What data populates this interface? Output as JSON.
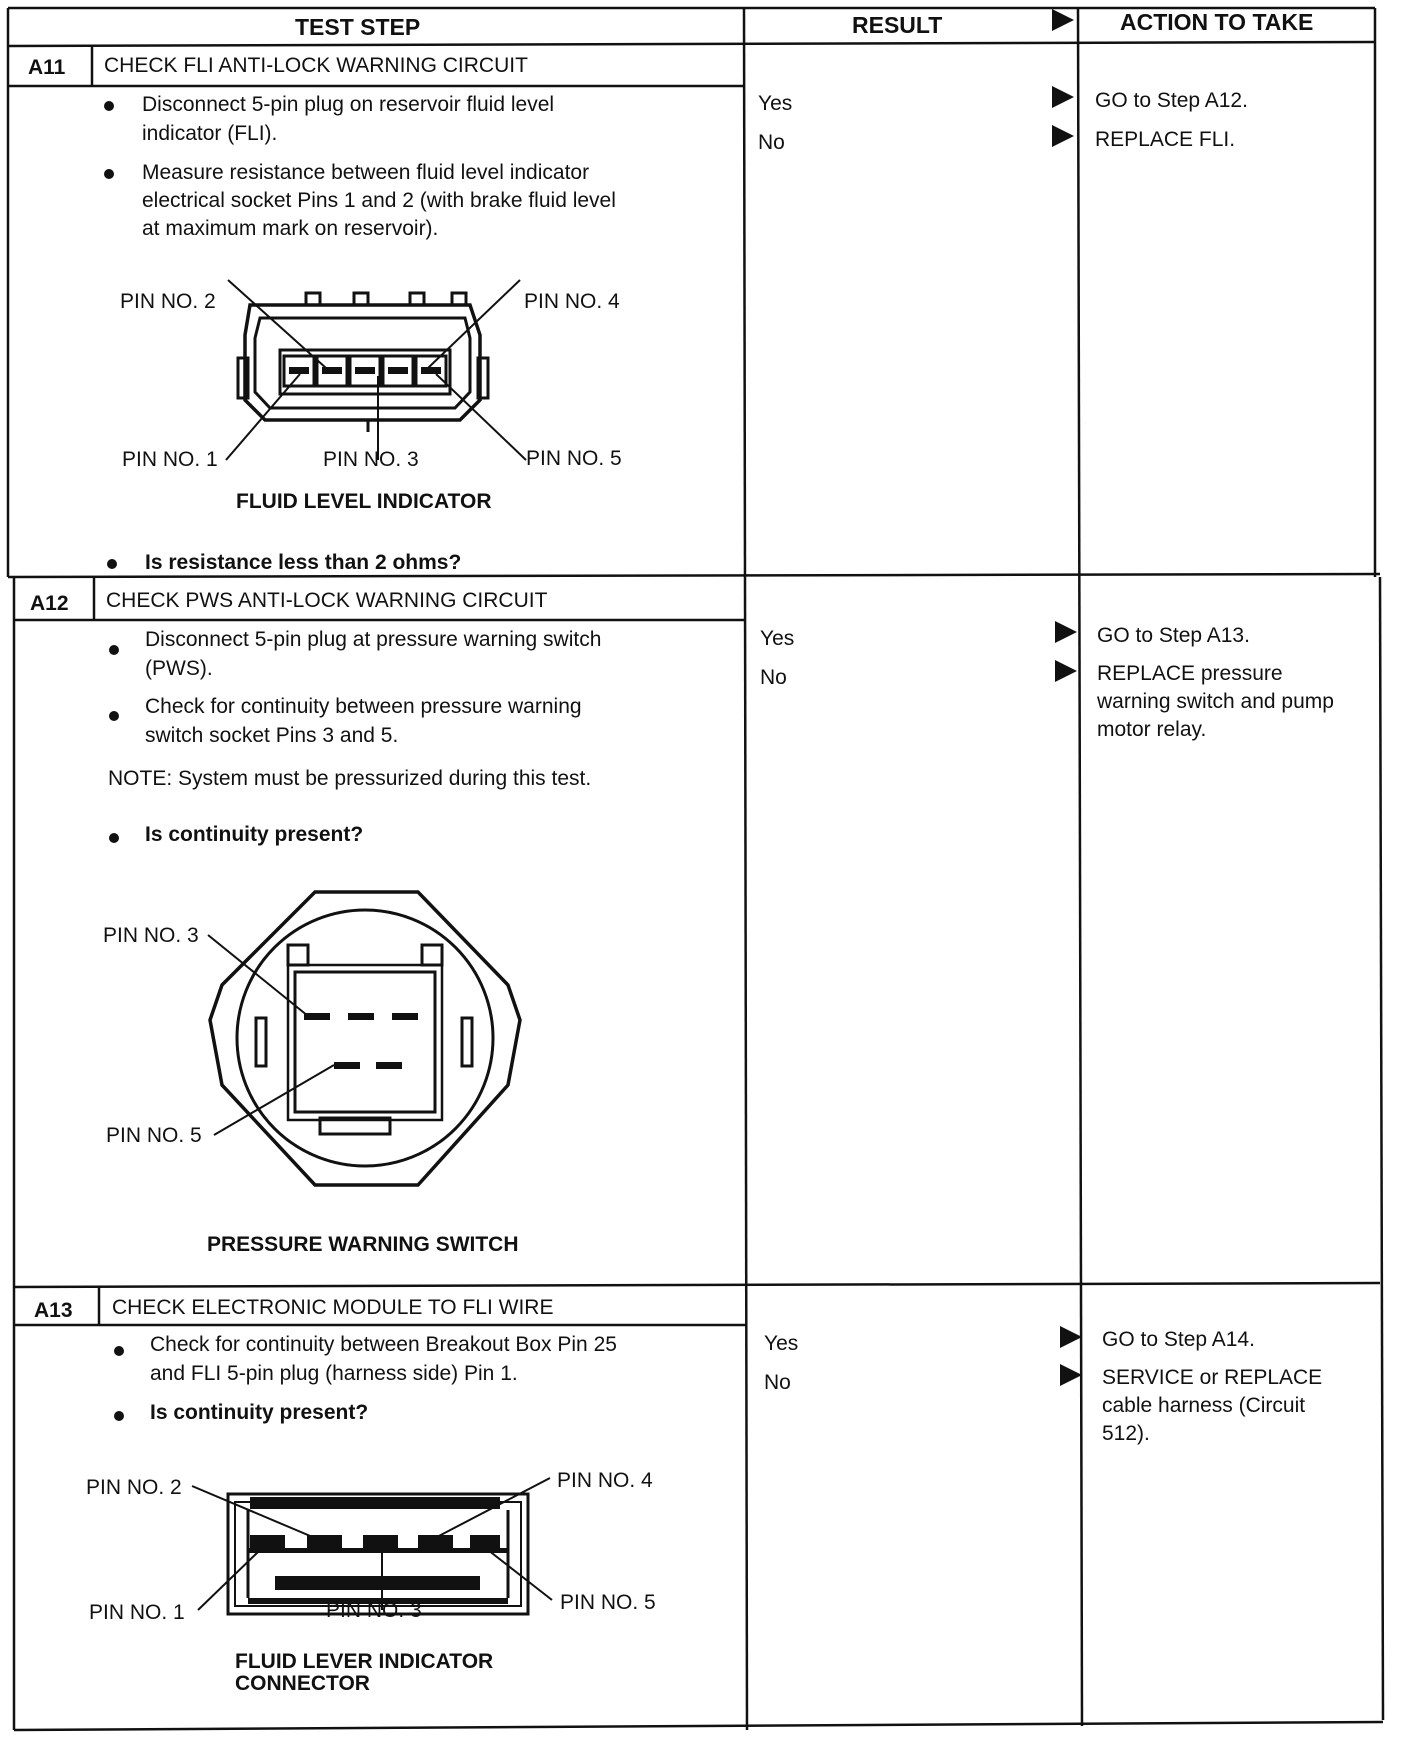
{
  "header": {
    "test_step": "TEST STEP",
    "result": "RESULT",
    "action": "ACTION TO TAKE"
  },
  "steps": [
    {
      "id": "A11",
      "title": "CHECK FLI ANTI-LOCK WARNING CIRCUIT",
      "bullets": [
        "Disconnect 5-pin plug on reservoir fluid level",
        "indicator (FLI).",
        "Measure resistance between fluid level indicator",
        "electrical socket Pins 1 and 2 (with brake fluid level",
        "at maximum mark on reservoir)."
      ],
      "question": "Is resistance less than 2 ohms?",
      "figure": {
        "pins": [
          "PIN NO. 2",
          "PIN NO. 4",
          "PIN NO. 1",
          "PIN NO. 3",
          "PIN NO. 5"
        ],
        "caption": "FLUID LEVEL INDICATOR"
      },
      "results": [
        "Yes",
        "No"
      ],
      "actions": [
        "GO to Step A12.",
        "REPLACE FLI."
      ]
    },
    {
      "id": "A12",
      "title": "CHECK PWS ANTI-LOCK WARNING CIRCUIT",
      "bullets": [
        "Disconnect 5-pin plug at pressure warning switch",
        "(PWS).",
        "Check for continuity between pressure warning",
        "switch socket Pins 3 and 5."
      ],
      "note": "NOTE: System must be pressurized during this test.",
      "question": "Is continuity present?",
      "figure": {
        "pins": [
          "PIN NO. 3",
          "PIN NO. 5"
        ],
        "caption": "PRESSURE WARNING SWITCH"
      },
      "results": [
        "Yes",
        "No"
      ],
      "actions": [
        "GO to Step A13.",
        "REPLACE pressure",
        "warning switch and pump",
        "motor relay."
      ]
    },
    {
      "id": "A13",
      "title": "CHECK ELECTRONIC MODULE TO FLI WIRE",
      "bullets": [
        "Check for continuity between Breakout Box Pin 25",
        "and FLI 5-pin plug (harness side) Pin 1."
      ],
      "question": "Is continuity present?",
      "figure": {
        "pins": [
          "PIN NO. 2",
          "PIN NO. 4",
          "PIN NO. 1",
          "PIN NO. 3",
          "PIN NO. 5"
        ],
        "caption_line1": "FLUID LEVER INDICATOR",
        "caption_line2": "CONNECTOR"
      },
      "results": [
        "Yes",
        "No"
      ],
      "actions": [
        "GO to Step A14.",
        "SERVICE or REPLACE",
        "cable harness (Circuit",
        "512)."
      ]
    }
  ]
}
